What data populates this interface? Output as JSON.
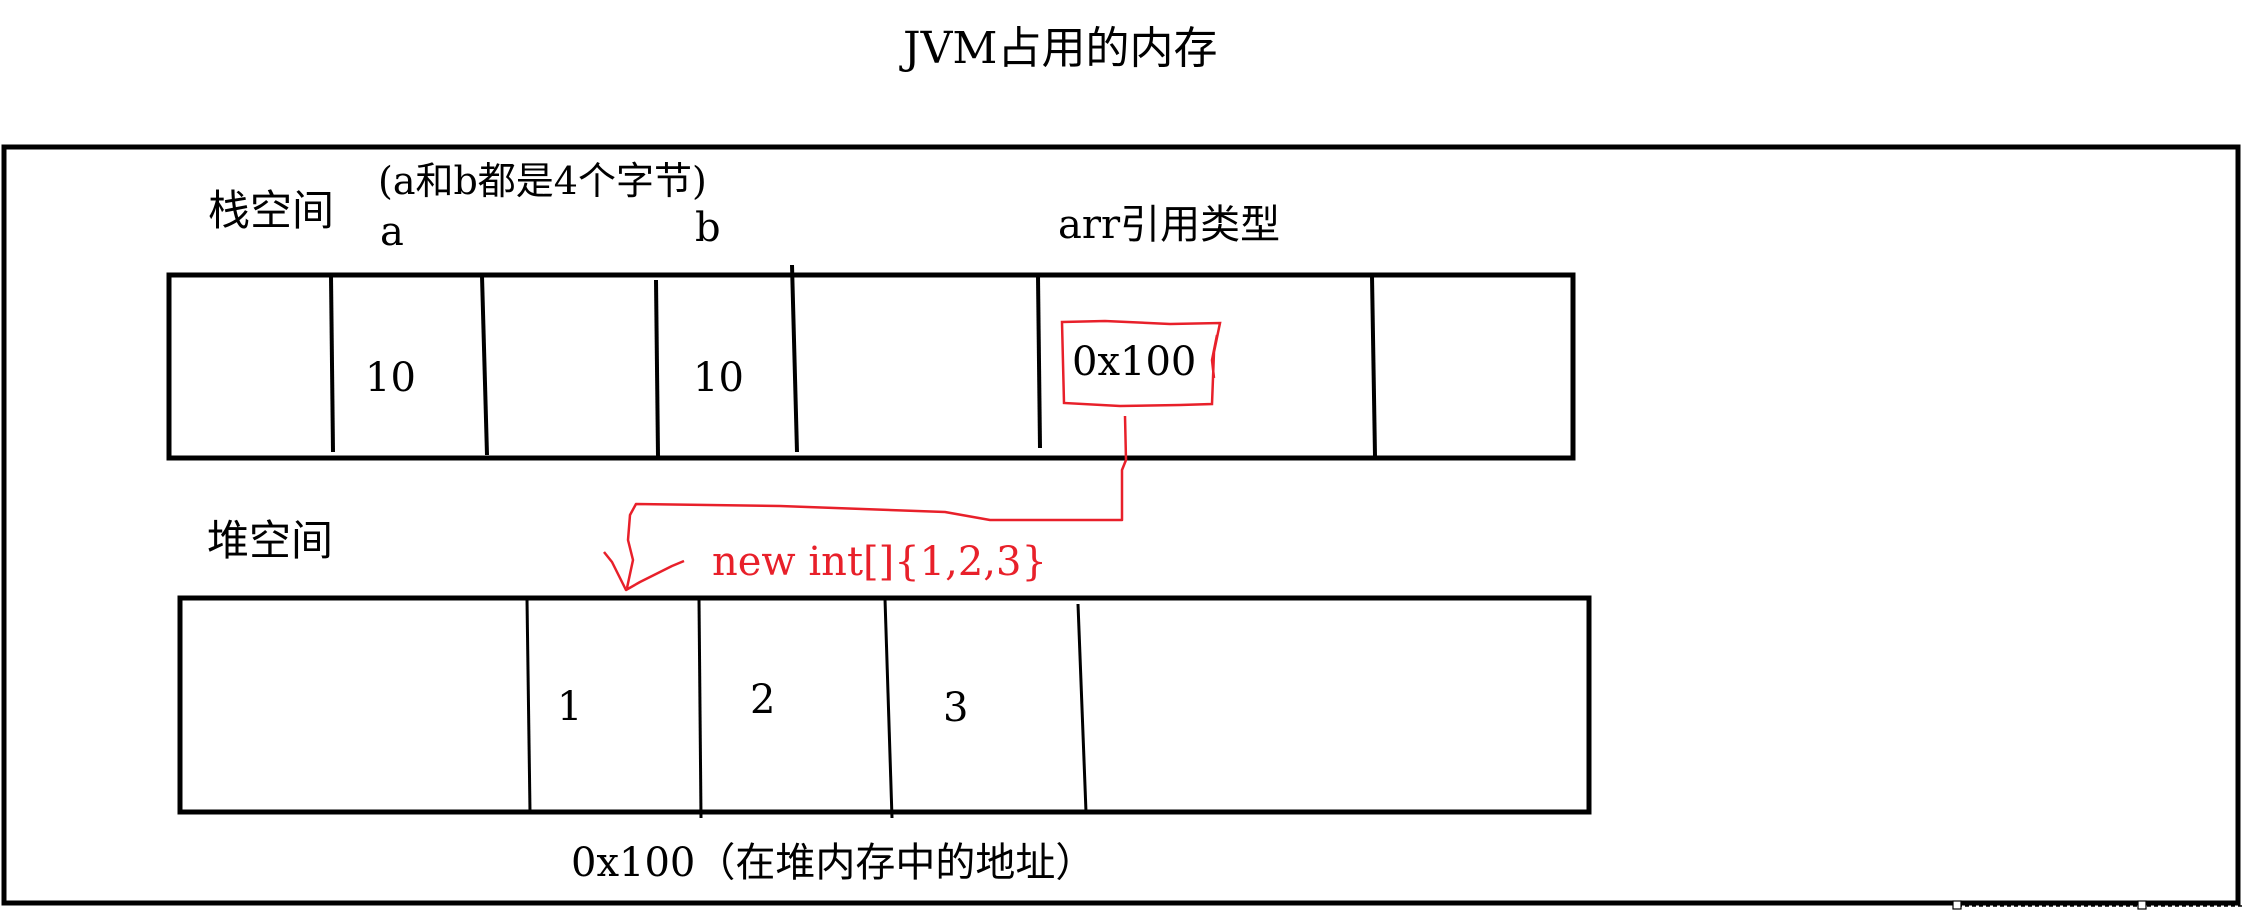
{
  "title": "JVM占用的内存",
  "stack": {
    "label": "栈空间",
    "note": "(a和b都是4个字节)",
    "var_a_label": "a",
    "var_b_label": "b",
    "ref_label": "arr引用类型",
    "cells": [
      "",
      "10",
      "",
      "10",
      "",
      "0x100",
      ""
    ],
    "a_value": "10",
    "b_value": "10",
    "arr_value": "0x100"
  },
  "heap": {
    "label": "堆空间",
    "allocation_expr": "new int[]{1,2,3}",
    "cells": [
      "",
      "1",
      "2",
      "3",
      ""
    ],
    "elements": [
      "1",
      "2",
      "3"
    ],
    "address_caption": "0x100（在堆内存中的地址）"
  },
  "colors": {
    "stroke": "#000000",
    "annotation_red": "#e8202a",
    "background": "#ffffff"
  }
}
